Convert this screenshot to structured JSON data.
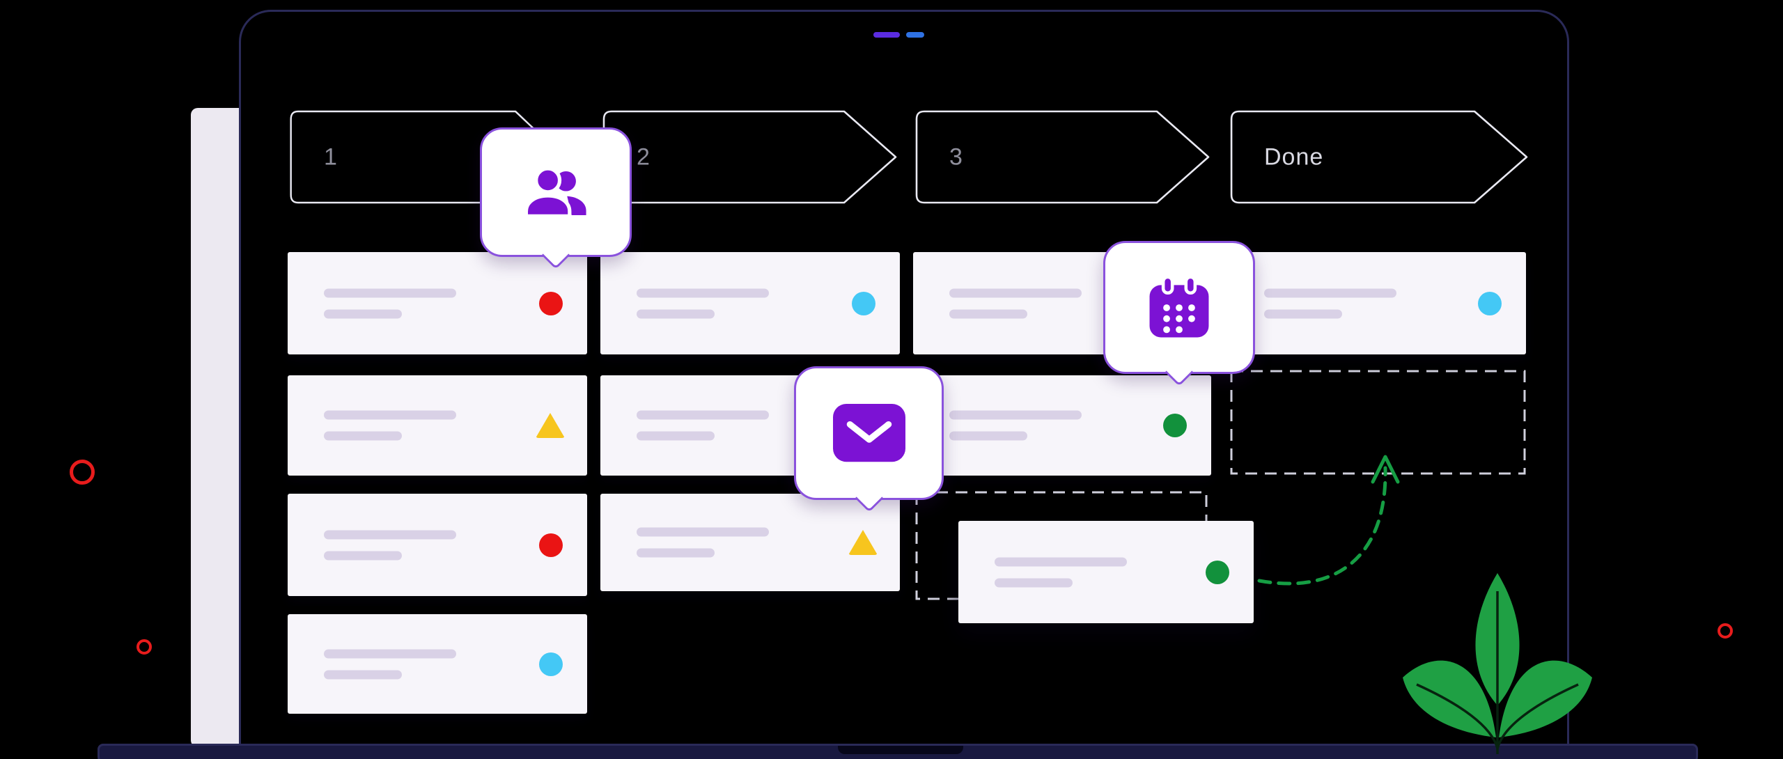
{
  "window": {
    "accent_dashes": [
      "purple",
      "blue"
    ]
  },
  "board": {
    "columns": [
      {
        "label": "1",
        "cards": [
          {
            "status": "red-dot"
          },
          {
            "status": "yellow-triangle"
          },
          {
            "status": "red-dot"
          },
          {
            "status": "cyan-dot"
          }
        ]
      },
      {
        "label": "2",
        "cards": [
          {
            "status": "cyan-dot"
          },
          {
            "status": "none"
          },
          {
            "status": "yellow-triangle"
          }
        ]
      },
      {
        "label": "3",
        "cards": [
          {
            "status": "none"
          },
          {
            "status": "green-dot"
          }
        ],
        "drop_placeholder": true,
        "dragged_card": {
          "status": "green-dot"
        }
      },
      {
        "label": "Done",
        "cards": [
          {
            "status": "cyan-dot"
          }
        ],
        "drop_placeholder": true
      }
    ]
  },
  "tooltips": [
    {
      "icon": "users-icon"
    },
    {
      "icon": "mail-icon"
    },
    {
      "icon": "calendar-icon"
    }
  ],
  "decorations": {
    "arrow": "green-dashed-curved-arrow",
    "plant": "green-plant",
    "rings": [
      "red-ring-large-left",
      "red-ring-small-left",
      "red-ring-small-right"
    ]
  },
  "colors": {
    "background": "#000000",
    "frame_border": "#2a2a58",
    "card_bg": "#f7f5fa",
    "placeholder_line": "#d9d1e6",
    "header_outline": "#e9e9f2",
    "header_label": "#8f8f9c",
    "done_label": "#d9d9e2",
    "tooltip_border": "#8a52dd",
    "icon_purple": "#7c12d4",
    "red": "#ea1414",
    "yellow": "#f7c51e",
    "cyan": "#44c8f5",
    "green": "#12913c",
    "arrow_green": "#169e44",
    "dashed_outline": "#cfcfdc",
    "notch_purple": "#5b2ce0",
    "notch_blue": "#2f72e4",
    "laptop_base": "#191940",
    "side_panel": "#ece9f1"
  }
}
